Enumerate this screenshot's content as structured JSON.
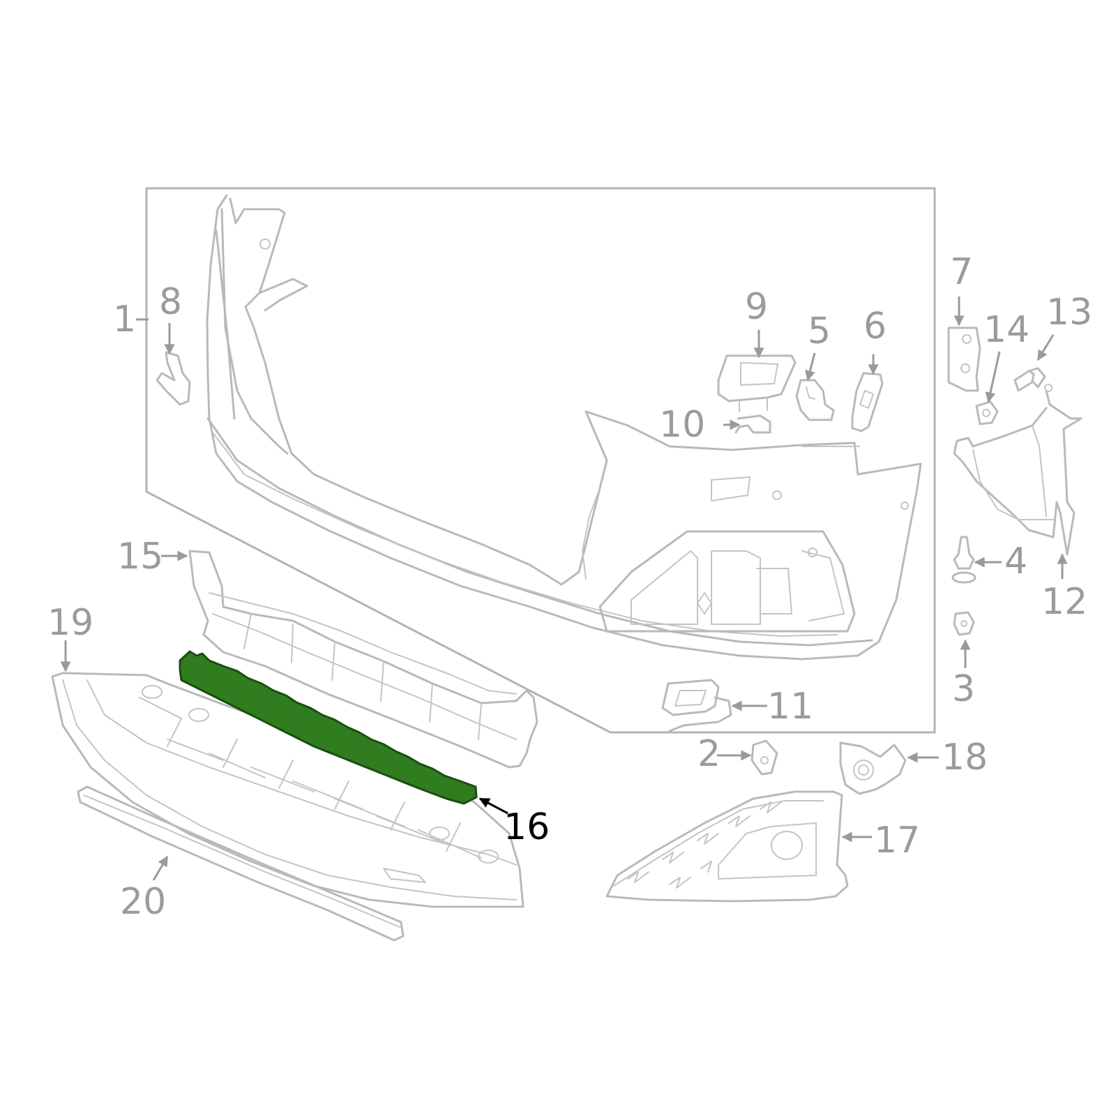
{
  "diagram": {
    "highlight_color": "#2f7d1e",
    "highlighted_callout": "16",
    "callouts": [
      {
        "id": "c1",
        "label": "1"
      },
      {
        "id": "c2",
        "label": "2"
      },
      {
        "id": "c3",
        "label": "3"
      },
      {
        "id": "c4",
        "label": "4"
      },
      {
        "id": "c5",
        "label": "5"
      },
      {
        "id": "c6",
        "label": "6"
      },
      {
        "id": "c7",
        "label": "7"
      },
      {
        "id": "c8",
        "label": "8"
      },
      {
        "id": "c9",
        "label": "9"
      },
      {
        "id": "c10",
        "label": "10"
      },
      {
        "id": "c11",
        "label": "11"
      },
      {
        "id": "c12",
        "label": "12"
      },
      {
        "id": "c13",
        "label": "13"
      },
      {
        "id": "c14",
        "label": "14"
      },
      {
        "id": "c15",
        "label": "15"
      },
      {
        "id": "c16",
        "label": "16"
      },
      {
        "id": "c17",
        "label": "17"
      },
      {
        "id": "c18",
        "label": "18"
      },
      {
        "id": "c19",
        "label": "19"
      },
      {
        "id": "c20",
        "label": "20"
      }
    ]
  }
}
